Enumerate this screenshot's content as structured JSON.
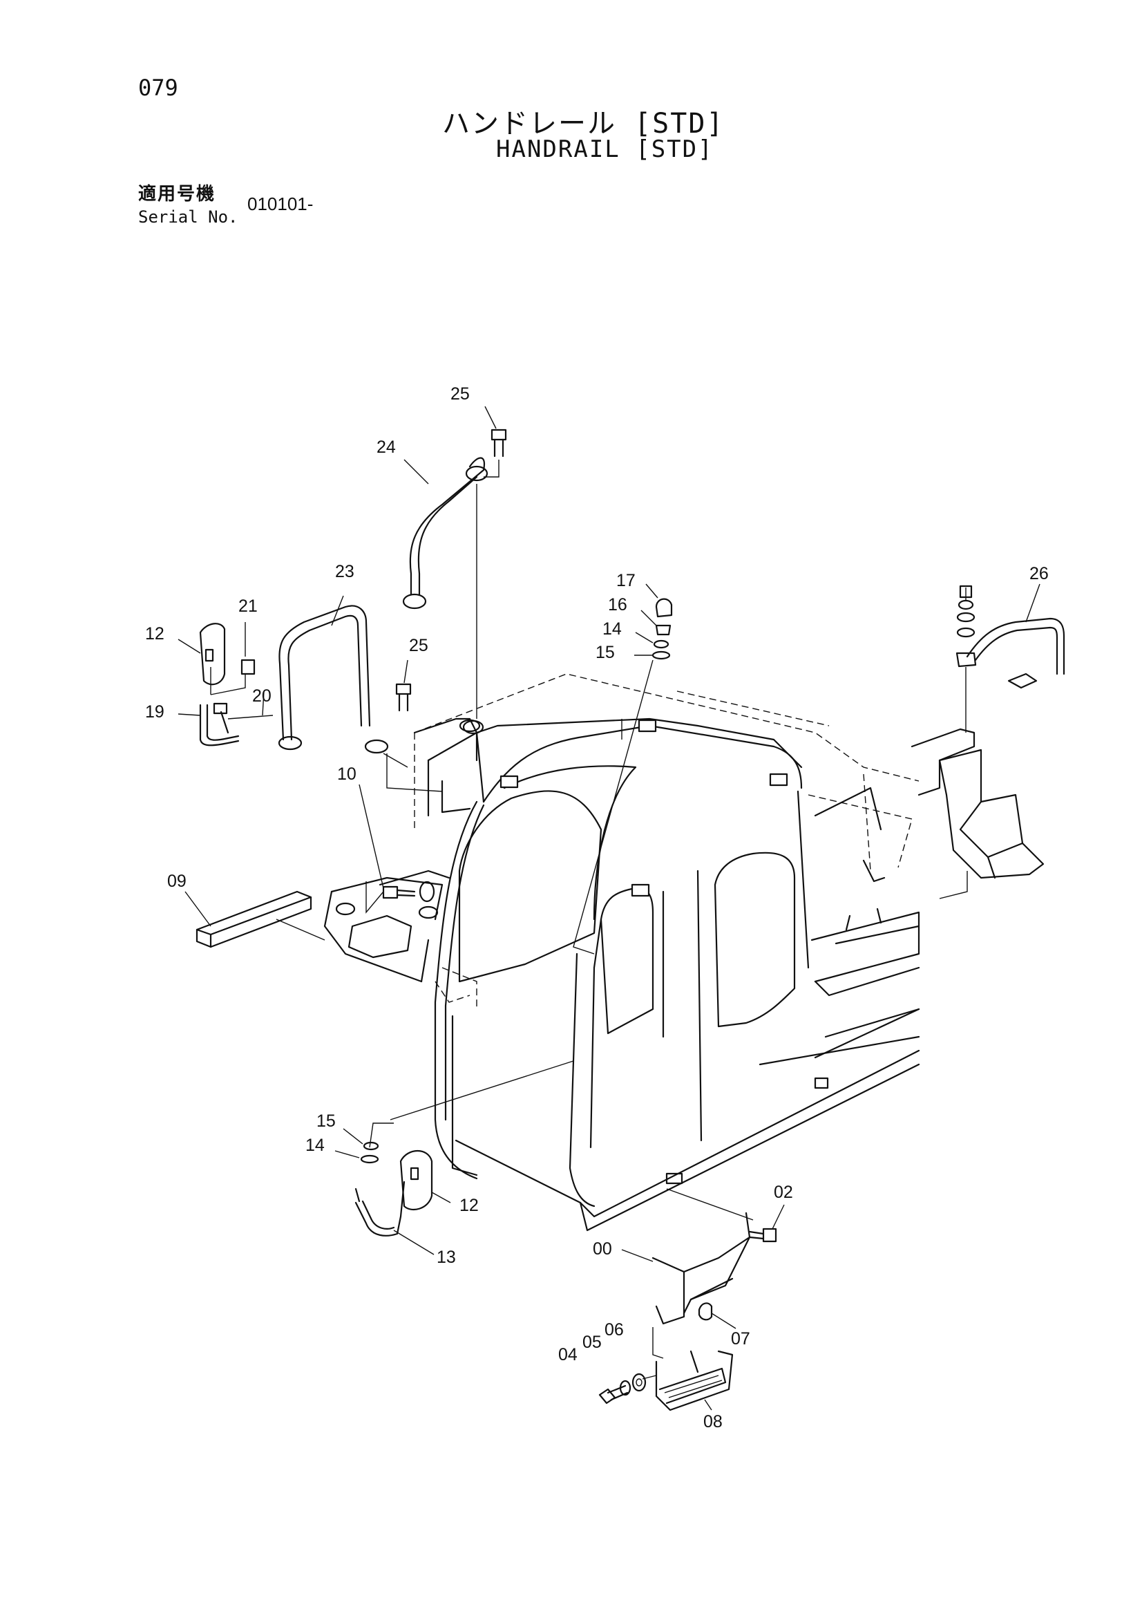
{
  "header": {
    "page_number": "079",
    "title_jp": "ハンドレール [STD]",
    "title_en": "HANDRAIL [STD]",
    "serial_label_jp": "適用号機",
    "serial_label_en": "Serial No.",
    "serial_value": "010101-"
  },
  "callouts": [
    {
      "id": "25",
      "text": "25"
    },
    {
      "id": "24",
      "text": "24"
    },
    {
      "id": "23",
      "text": "23"
    },
    {
      "id": "21",
      "text": "21"
    },
    {
      "id": "12a",
      "text": "12"
    },
    {
      "id": "25b",
      "text": "25"
    },
    {
      "id": "20",
      "text": "20"
    },
    {
      "id": "19",
      "text": "19"
    },
    {
      "id": "10",
      "text": "10"
    },
    {
      "id": "09",
      "text": "09"
    },
    {
      "id": "17",
      "text": "17"
    },
    {
      "id": "16",
      "text": "16"
    },
    {
      "id": "14a",
      "text": "14"
    },
    {
      "id": "15a",
      "text": "15"
    },
    {
      "id": "26",
      "text": "26"
    },
    {
      "id": "15b",
      "text": "15"
    },
    {
      "id": "14b",
      "text": "14"
    },
    {
      "id": "12b",
      "text": "12"
    },
    {
      "id": "13",
      "text": "13"
    },
    {
      "id": "02",
      "text": "02"
    },
    {
      "id": "00",
      "text": "00"
    },
    {
      "id": "06",
      "text": "06"
    },
    {
      "id": "05",
      "text": "05"
    },
    {
      "id": "04",
      "text": "04"
    },
    {
      "id": "07",
      "text": "07"
    },
    {
      "id": "08",
      "text": "08"
    }
  ]
}
